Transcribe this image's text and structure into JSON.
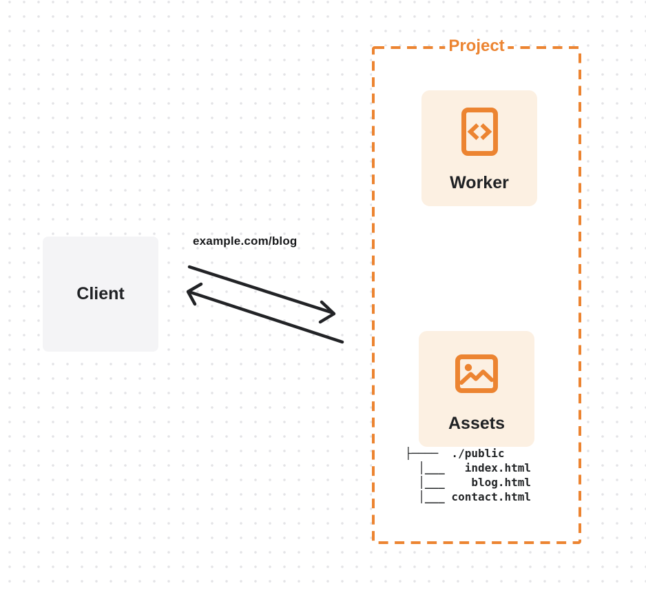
{
  "colors": {
    "accent_orange": "#EC8431",
    "card_background": "#FCF0E2",
    "client_background": "#F4F4F6",
    "arrow_ink": "#222326",
    "text_ink": "#1F2124",
    "grid_dot": "#E3E3E6"
  },
  "client": {
    "label": "Client"
  },
  "request": {
    "label": "example.com/blog"
  },
  "project": {
    "label": "Project",
    "worker": {
      "label": "Worker",
      "icon": "code-file-icon"
    },
    "assets": {
      "label": "Assets",
      "icon": "image-icon"
    },
    "file_tree": [
      "├────  ./public",
      "  │___   index.html",
      "  │___    blog.html",
      "  │___ contact.html"
    ]
  }
}
